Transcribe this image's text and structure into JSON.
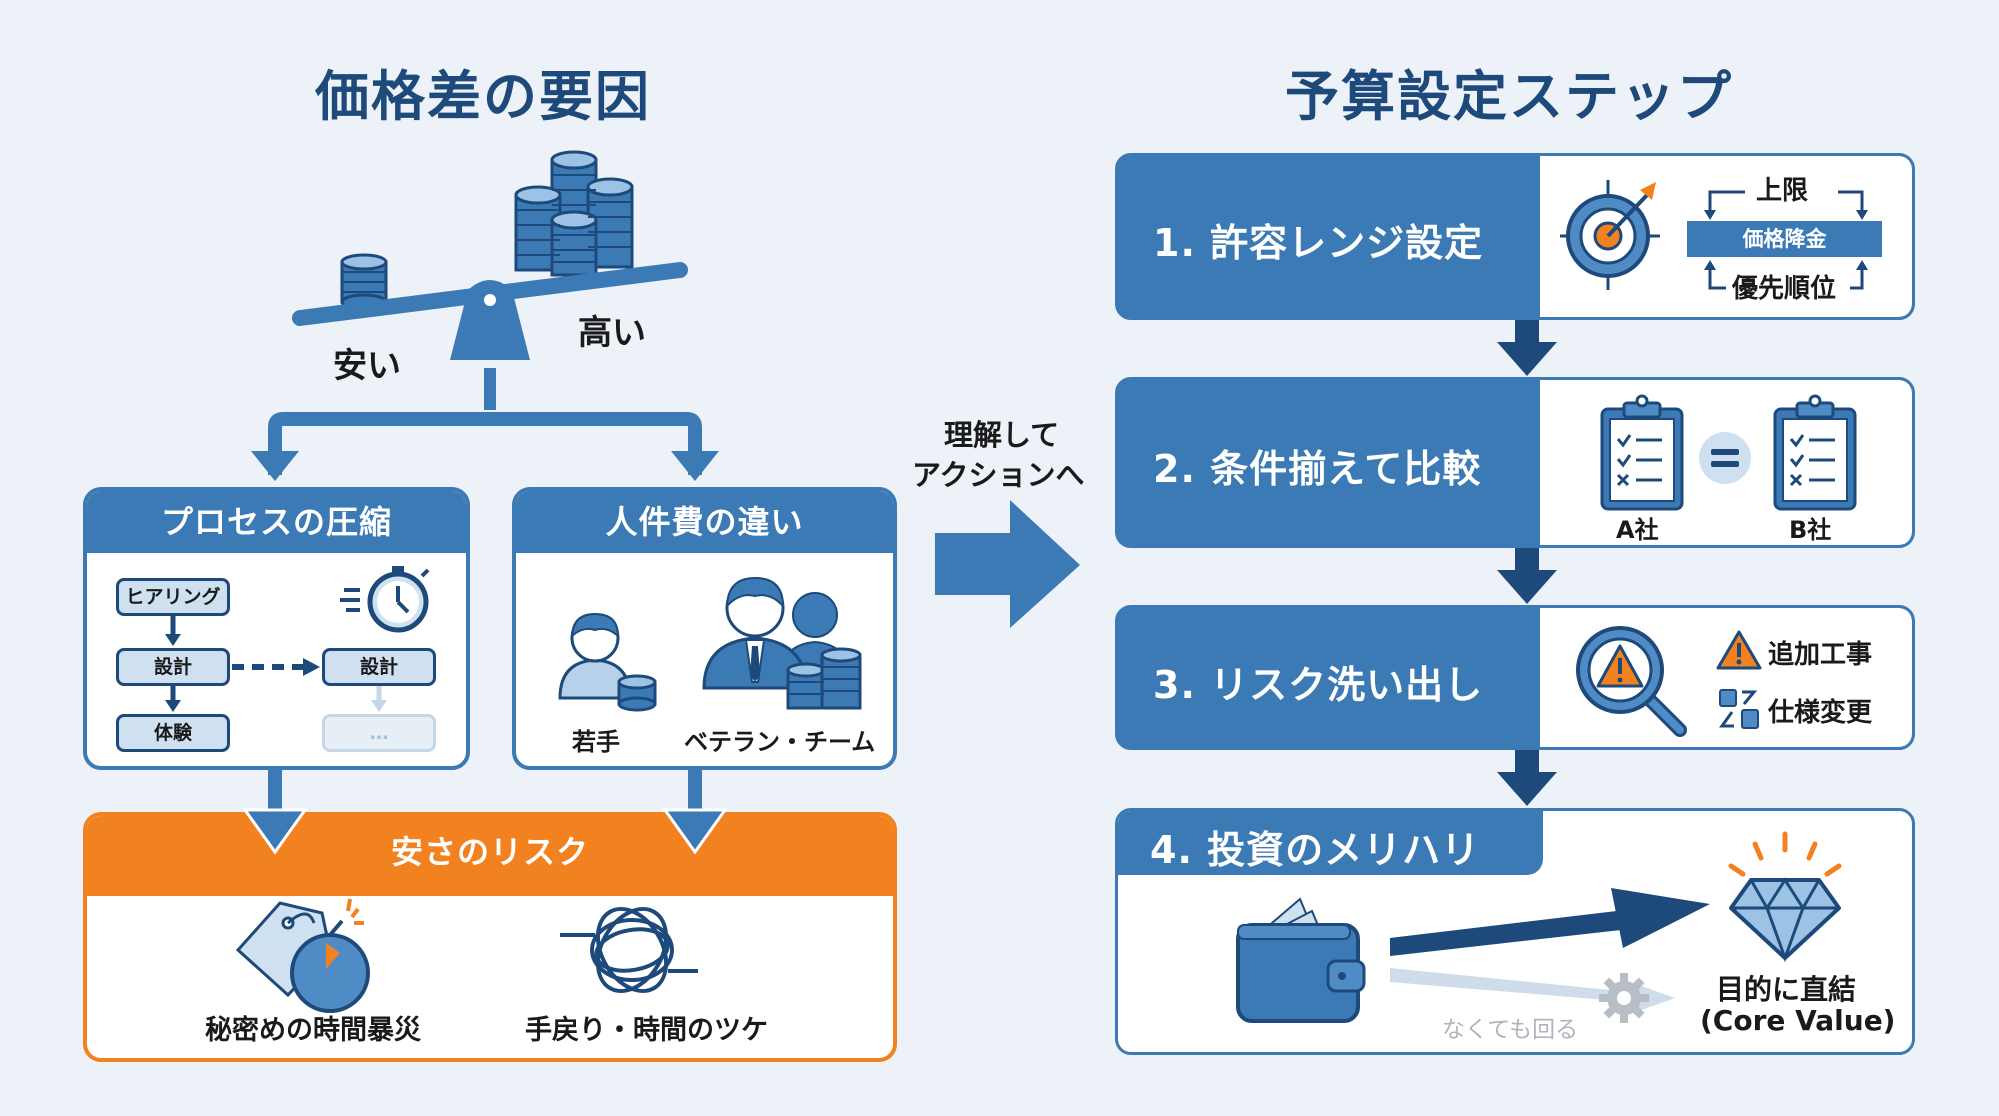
{
  "left": {
    "title": "価格差の要因",
    "scale": {
      "cheap_label": "安い",
      "expensive_label": "高い"
    },
    "process_card": {
      "title": "プロセスの圧縮",
      "steps_full": [
        "ヒアリング",
        "設計",
        "体験"
      ],
      "steps_compressed": [
        "設計",
        "…"
      ]
    },
    "labor_card": {
      "title": "人件費の違い",
      "junior_label": "若手",
      "veteran_label": "ベテラン・チーム"
    },
    "risk_card": {
      "title": "安さのリスク",
      "items": [
        {
          "icon": "price-tag-bomb-icon",
          "label": "秘密めの時間暴災"
        },
        {
          "icon": "tangled-thread-icon",
          "label": "手戻り・時間のツケ"
        }
      ]
    }
  },
  "middle": {
    "caption_line1": "理解して",
    "caption_line2": "アクションへ"
  },
  "right": {
    "title": "予算設定ステップ",
    "steps": [
      {
        "label": "1. 許容レンジ設定",
        "top_label": "上限",
        "bar_label": "価格降金",
        "bottom_label": "優先順位"
      },
      {
        "label": "2. 条件揃えて比較",
        "company_a": "A社",
        "company_b": "B社"
      },
      {
        "label": "3. リスク洗い出し",
        "risk_1": "追加工事",
        "risk_2": "仕様変更"
      },
      {
        "label": "4. 投資のメリハリ",
        "minor_label": "なくても回る",
        "core_label_line1": "目的に直結",
        "core_label_line2": "(Core Value)"
      }
    ]
  },
  "colors": {
    "primary": "#3b7ab5",
    "dark": "#1d4a7a",
    "accent_orange": "#f28120",
    "background": "#edf2f8"
  }
}
